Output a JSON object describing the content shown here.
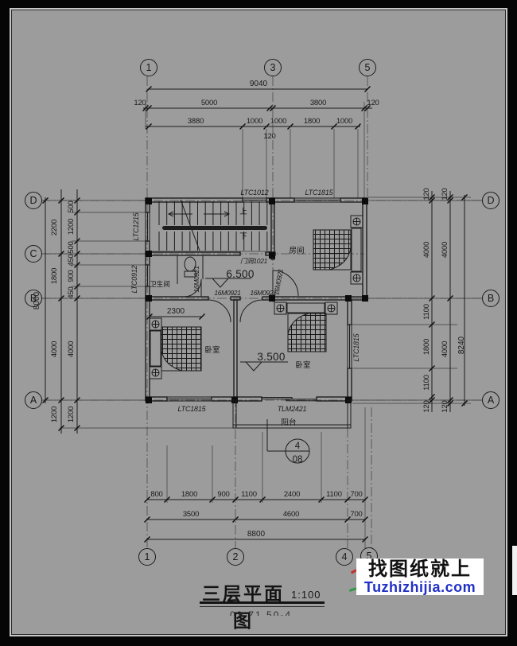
{
  "colors": {
    "paper": "#9c9c9c",
    "ink": "#1a1a1a",
    "watermark_blue": "#2130c8",
    "mark_red": "#c23028",
    "mark_green": "#2f9a45"
  },
  "axes": {
    "top": [
      "1",
      "3",
      "5"
    ],
    "bottom": [
      "1",
      "2",
      "4",
      "5"
    ],
    "left": [
      "D",
      "C",
      "B",
      "A"
    ],
    "right": [
      "D",
      "B",
      "A"
    ]
  },
  "dims": {
    "top": {
      "total": "9040",
      "r2": [
        "120",
        "5000",
        "3800",
        "120"
      ],
      "r3": [
        "3880",
        "1000",
        "1000",
        "1800",
        "1000"
      ],
      "wall": "120"
    },
    "left": {
      "total": "8000",
      "outer": [
        "2200",
        "1800",
        "4000",
        "1200"
      ],
      "inner": [
        "500",
        "1200",
        "500",
        "450",
        "900",
        "450",
        "4000",
        "1200"
      ]
    },
    "right": {
      "total": "8240",
      "inner": [
        "120",
        "4000",
        "1100",
        "1800",
        "1100",
        "120"
      ],
      "outer": [
        "120",
        "4000",
        "4000",
        "120"
      ]
    },
    "bottom": {
      "r1": [
        "800",
        "1800",
        "900",
        "1100",
        "2400",
        "1100",
        "700"
      ],
      "r2": [
        "3500",
        "4600",
        "700"
      ],
      "total": "8800"
    },
    "room_width": "2300"
  },
  "windows": {
    "top_stair": "LTC1012",
    "top_bedroom": "LTC1815",
    "left_upper": "LTC1215",
    "left_lower": "LTC0912",
    "bottom_left": "LTC1815",
    "right_lower": "LTC1815",
    "balcony_door": "TLM2421"
  },
  "doors": {
    "m1": "16M0921",
    "m2": "16M0921",
    "m3": "16M0921",
    "m4": "16M0921",
    "opening": "门洞1021"
  },
  "rooms": {
    "bedroom_top": "房间",
    "bathroom": "卫生间",
    "bedroom_left": "卧室",
    "bedroom_center": "卧室",
    "balcony": "阳台",
    "stair_up": "上",
    "stair_down": "下"
  },
  "levels": {
    "hall": "6.500",
    "bedroom": "3.500"
  },
  "callout": {
    "num": "4",
    "sheet": "08"
  },
  "title": {
    "name": "三层平面图",
    "scale": "1:100",
    "code": "03-71.50-4"
  },
  "watermark": {
    "cn": "找图纸就上",
    "en": "Tuzhizhijia.com"
  }
}
